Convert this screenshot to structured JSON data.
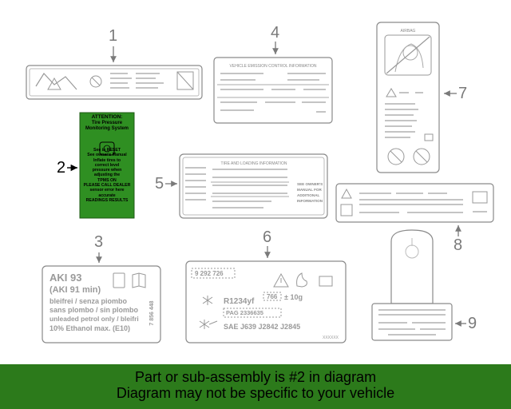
{
  "callouts": [
    {
      "num": "1"
    },
    {
      "num": "2"
    },
    {
      "num": "3"
    },
    {
      "num": "4"
    },
    {
      "num": "5"
    },
    {
      "num": "6"
    },
    {
      "num": "7"
    },
    {
      "num": "8"
    },
    {
      "num": "9"
    }
  ],
  "label2": {
    "lines": [
      "ATTENTION:",
      "Tire Pressure",
      "Monitoring System",
      "See in RESET",
      "See owner's Manual",
      "Inflate tires to",
      "correct level",
      "pressure when",
      "adjusting the",
      "TPMS ON",
      "PLEASE CALL DEALER",
      "sensor error here",
      "accurate",
      "READINGS RESULTS"
    ]
  },
  "label3": {
    "lines": [
      "AKI 93",
      "(AKI 91 min)",
      "bleifrei / senza piombo",
      "sans plombo / sin plombo",
      "unleaded petrol only / bleifri",
      "10% Ethanol max. (E10)"
    ],
    "side_code": "7 856 448"
  },
  "label4": {
    "title": "VEHICLE EMISSION CONTROL INFORMATION"
  },
  "label5": {
    "title": "TIRE AND LOADING INFORMATION",
    "side_lines": [
      "SEE OWNER'S",
      "MANUAL FOR",
      "ADDITIONAL",
      "INFORMATION"
    ]
  },
  "label6": {
    "part": "9 292 726",
    "refrigerant": "R1234yf",
    "amount_box": "766",
    "amount": "± 10g",
    "pag": "PAG 2336635",
    "standards": "SAE J639 J2842 J2845",
    "code": "XXXXXX"
  },
  "label7": {
    "header": "AIRBAG"
  },
  "banner": {
    "line1": "Part or sub-assembly is #2 in diagram",
    "line2": "Diagram may not be specific to your vehicle"
  },
  "colors": {
    "banner": "#2c7a1b",
    "highlight_label": "#2f8f22",
    "line": "#8a8a8a"
  }
}
